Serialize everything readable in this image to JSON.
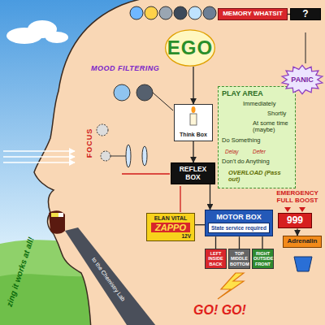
{
  "diagram": {
    "nodes": [
      {
        "text": [
          "EGO"
        ]
      },
      {
        "text": [
          "MEMORY WHATSIT"
        ]
      },
      {
        "text": [
          "?"
        ]
      },
      {
        "text": [
          "PLAY AREA",
          "Immediately",
          "Shortly",
          "At some time (maybe)",
          "Do Something",
          "Delay",
          "Defer",
          "Don't do Anything",
          "OVERLOAD (Pass out)"
        ]
      },
      {
        "text": [
          "PANIC"
        ]
      },
      {
        "text": [
          "Think Box"
        ]
      },
      {
        "text": [
          "REFLEX BOX"
        ]
      },
      {
        "text": [
          "999"
        ]
      },
      {
        "text": [
          "Adrenalin"
        ]
      },
      {
        "text": [
          "ELAN VITAL",
          "ZAPPO",
          "12V"
        ]
      },
      {
        "text": [
          "MOTOR BOX"
        ]
      },
      {
        "text": [
          "State service required"
        ],
        "in": 10
      },
      {
        "text": [
          "LEFT INSIDE BACK"
        ]
      },
      {
        "text": [
          "TOP MIDDLE BOTTOM"
        ]
      },
      {
        "text": [
          "RIGHT OUTSIDE FRONT"
        ]
      }
    ],
    "edges": [
      {
        "from": 1,
        "to": 2,
        "arrow": "none"
      },
      {
        "from": 0,
        "to": 5,
        "arrow": "to"
      },
      {
        "from": 5,
        "to": 6,
        "arrow": "to"
      },
      {
        "from": 6,
        "to": 10,
        "arrow": "to"
      },
      {
        "from": 9,
        "to": 10,
        "arrow": "none"
      },
      {
        "from": 10,
        "to": 12,
        "arrow": "none"
      },
      {
        "from": 10,
        "to": 13,
        "arrow": "none"
      },
      {
        "from": 10,
        "to": 14,
        "arrow": "none"
      },
      {
        "from": 7,
        "to": 8,
        "arrow": "to"
      }
    ],
    "labels": [
      "MOOD FILTERING",
      "FOCUS",
      "EMERGENCY FULL BOOST",
      "to the Chemistry Lab",
      "GO! GO!",
      "zing it works at all!"
    ]
  }
}
